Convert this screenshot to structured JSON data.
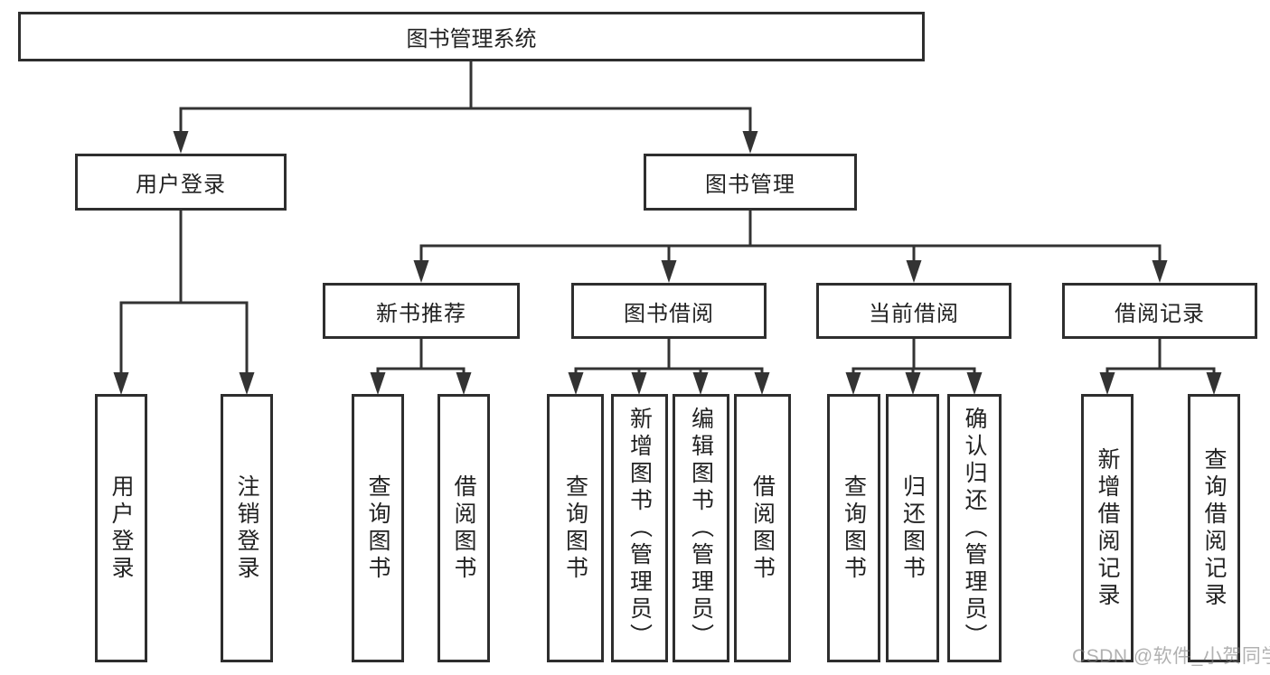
{
  "diagram": {
    "root": {
      "label": "图书管理系统"
    },
    "level2": [
      {
        "label": "用户登录"
      },
      {
        "label": "图书管理"
      }
    ],
    "level3": [
      {
        "label": "新书推荐"
      },
      {
        "label": "图书借阅"
      },
      {
        "label": "当前借阅"
      },
      {
        "label": "借阅记录"
      }
    ],
    "leaves": {
      "login": [
        {
          "label": "用户登录"
        },
        {
          "label": "注销登录"
        }
      ],
      "recommend": [
        {
          "label": "查询图书"
        },
        {
          "label": "借阅图书"
        }
      ],
      "borrow": [
        {
          "label": "查询图书"
        },
        {
          "label": "新增图书（管理员）"
        },
        {
          "label": "编辑图书（管理员）"
        },
        {
          "label": "借阅图书"
        }
      ],
      "current": [
        {
          "label": "查询图书"
        },
        {
          "label": "归还图书"
        },
        {
          "label": "确认归还（管理员）"
        }
      ],
      "records": [
        {
          "label": "新增借阅记录"
        },
        {
          "label": "查询借阅记录"
        }
      ]
    },
    "watermark": "CSDN @软件_小贺同学",
    "colors": {
      "line": "#333333",
      "box_border": "#2e2e2e",
      "text": "#222222",
      "watermark": "#9b9b9b",
      "background": "#ffffff"
    }
  }
}
